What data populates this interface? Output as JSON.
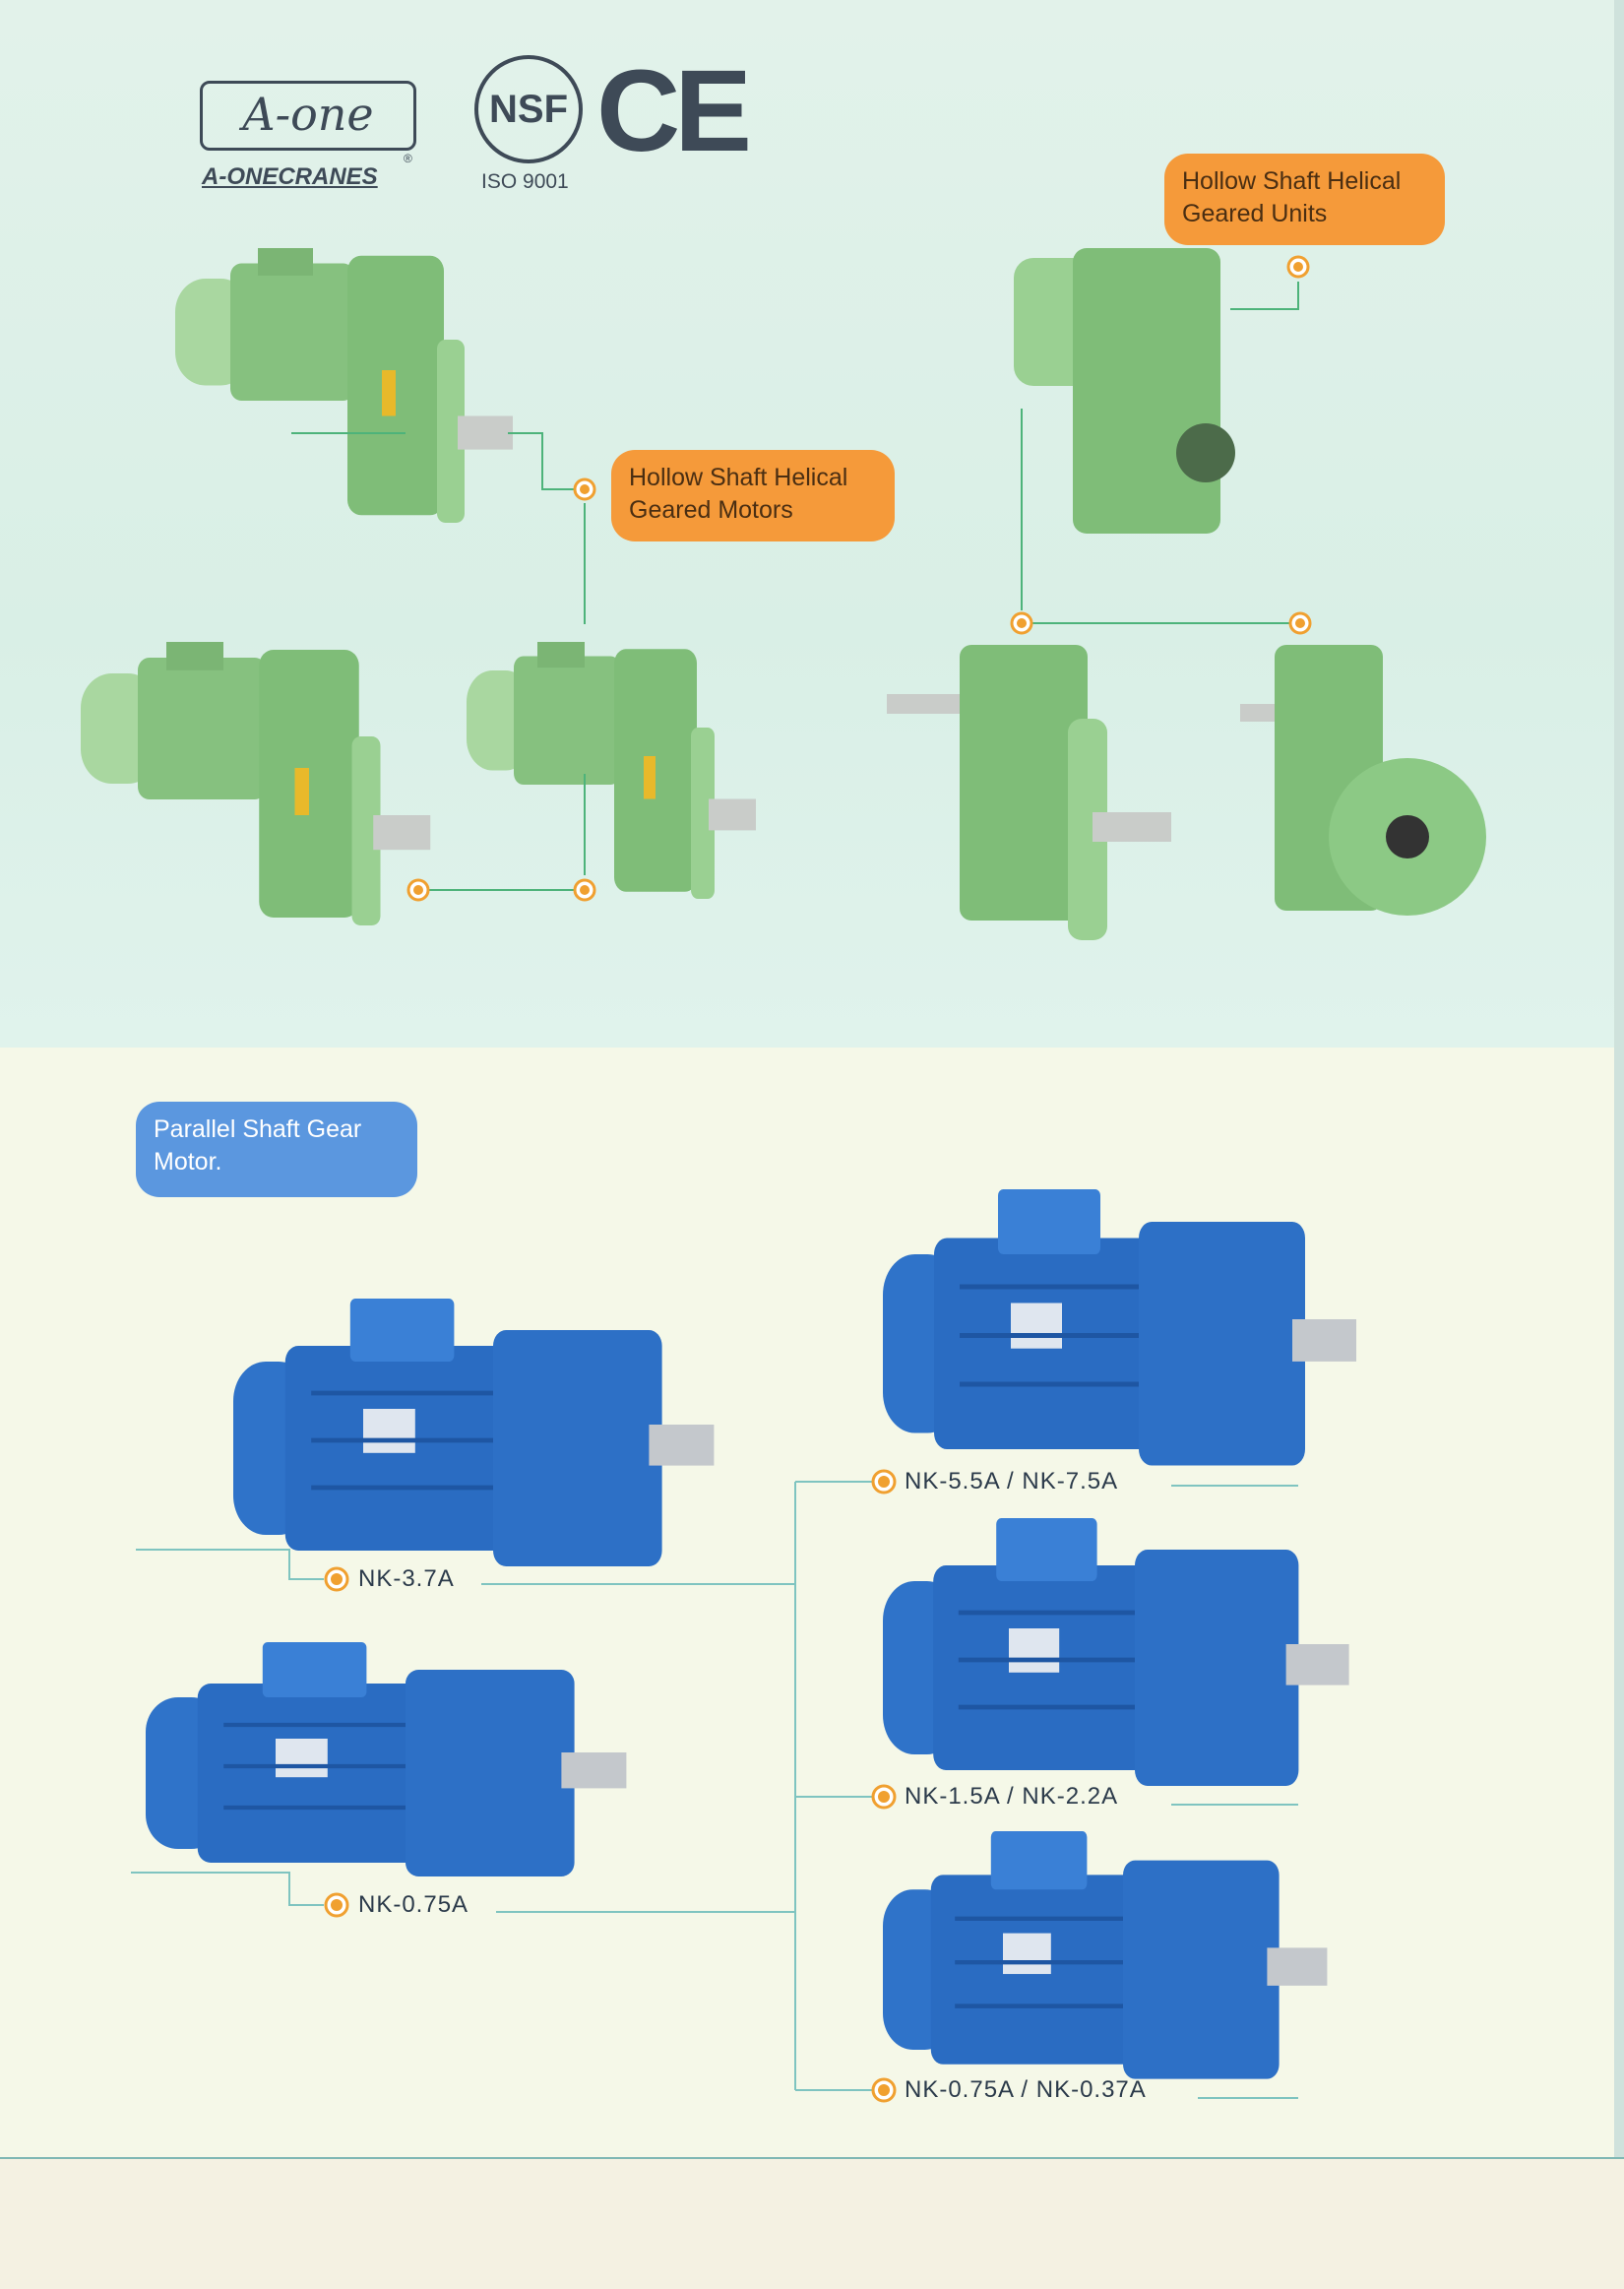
{
  "brand": {
    "logo_text": "A-one",
    "name": "A-ONECRANES",
    "registered": "®"
  },
  "certifications": {
    "nsf": "NSF",
    "ce": "CE",
    "iso": "ISO 9001"
  },
  "green_section": {
    "label_units_line1": "Hollow Shaft Helical",
    "label_units_line2": "Geared Units",
    "label_motors_line1": "Hollow Shaft Helical",
    "label_motors_line2": "Geared Motors"
  },
  "blue_section": {
    "label_line1": "Parallel Shaft Gear",
    "label_line2": "Motor.",
    "models": [
      "NK-3.7A",
      "NK-0.75A",
      "NK-5.5A / NK-7.5A",
      "NK-1.5A / NK-2.2A",
      "NK-0.75A / NK-0.37A"
    ]
  },
  "colors": {
    "orange": "#f59a3a",
    "blue_tag": "#5b97df",
    "green_product": "#8fc98a",
    "blue_product": "#2f73c9",
    "line": "#7fc4c0"
  }
}
